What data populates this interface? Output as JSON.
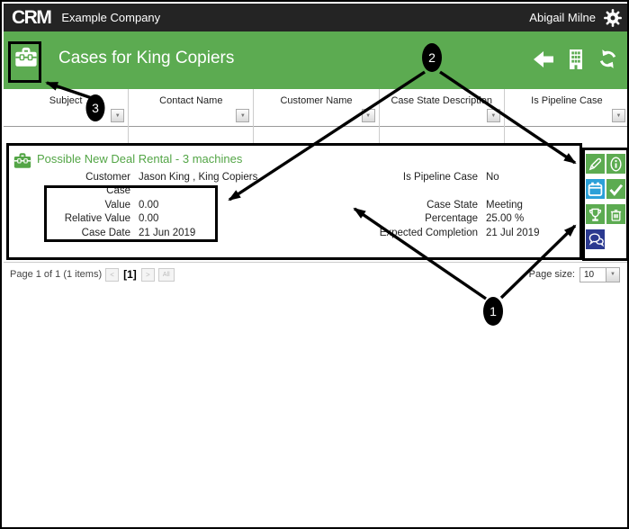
{
  "colors": {
    "green": "#5cab51",
    "record_title_green": "#53a546",
    "blue": "#2ba0d8",
    "navy": "#2b3990",
    "topbar_bg": "#242424"
  },
  "topbar": {
    "logo": "CRM",
    "company": "Example Company",
    "user": "Abigail Milne",
    "settings_icon": "gear-icon"
  },
  "titlebar": {
    "title": "Cases for King Copiers",
    "entity_icon": "briefcase-icon",
    "actions": [
      {
        "icon": "back-arrow-icon"
      },
      {
        "icon": "building-icon"
      },
      {
        "icon": "refresh-icon"
      }
    ]
  },
  "grid": {
    "columns": [
      {
        "label": "Subject"
      },
      {
        "label": "Contact Name"
      },
      {
        "label": "Customer Name"
      },
      {
        "label": "Case State Description"
      },
      {
        "label": "Is Pipeline Case"
      }
    ],
    "filter_icon": "chevron-down-icon"
  },
  "record": {
    "icon": "briefcase-icon",
    "title": "Possible New Deal Rental - 3 machines",
    "rows": [
      {
        "left_label": "Customer",
        "left_value": "Jason King , King Copiers",
        "right_label": "Is Pipeline Case",
        "right_value": "No"
      },
      {
        "left_label": "Case",
        "left_value": "",
        "right_label": "",
        "right_value": ""
      },
      {
        "left_label": "Value",
        "left_value": "0.00",
        "right_label": "Case State",
        "right_value": "Meeting"
      },
      {
        "left_label": "Relative Value",
        "left_value": "0.00",
        "right_label": "Percentage",
        "right_value": "25.00 %"
      },
      {
        "left_label": "Case Date",
        "left_value": "21 Jun 2019",
        "right_label": "Expected Completion",
        "right_value": "21 Jul 2019"
      }
    ],
    "toolbar": [
      {
        "icon": "pencil-icon",
        "bg": "green"
      },
      {
        "icon": "info-icon",
        "bg": "green"
      },
      {
        "icon": "calendar-icon",
        "bg": "blue"
      },
      {
        "icon": "check-icon",
        "bg": "green"
      },
      {
        "icon": "trophy-icon",
        "bg": "green"
      },
      {
        "icon": "trash-icon",
        "bg": "green"
      },
      {
        "icon": "chat-icon",
        "bg": "navy"
      },
      {
        "icon": "",
        "bg": "white"
      }
    ]
  },
  "pagination": {
    "status": "Page 1 of 1 (1 items)",
    "prev": "<",
    "current": "[1]",
    "next": ">",
    "all": "All",
    "page_size_label": "Page size:",
    "page_size_value": "10"
  },
  "annotations": {
    "markers": [
      "1",
      "2",
      "3"
    ]
  }
}
